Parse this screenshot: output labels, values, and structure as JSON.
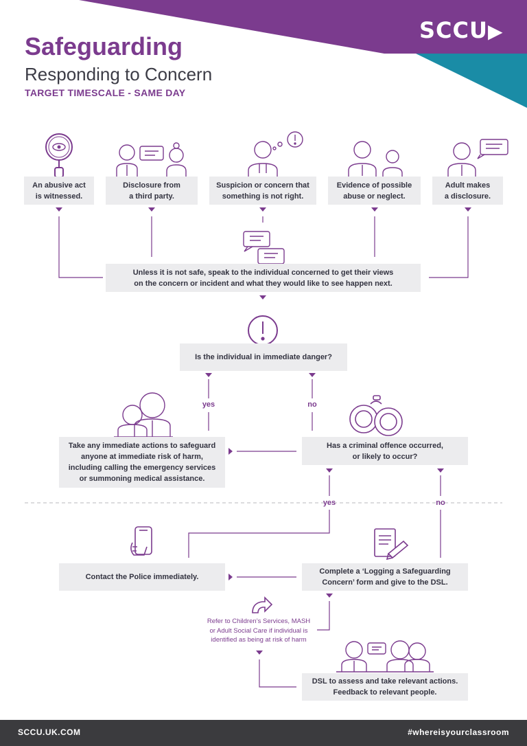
{
  "header": {
    "logo": "SCCU",
    "title": "Safeguarding",
    "subtitle": "Responding to Concern",
    "timescale": "TARGET TIMESCALE - SAME DAY"
  },
  "triggers": [
    {
      "lines": [
        "An abusive act",
        "is witnessed."
      ]
    },
    {
      "lines": [
        "Disclosure from",
        "a third party."
      ]
    },
    {
      "lines": [
        "Suspicion or concern that",
        "something is not right."
      ]
    },
    {
      "lines": [
        "Evidence of possible",
        "abuse or neglect."
      ]
    },
    {
      "lines": [
        "Adult makes",
        "a disclosure."
      ]
    }
  ],
  "steps": {
    "speak": [
      "Unless it is not safe, speak to the individual concerned to get their views",
      "on the concern or incident and what they would like to see happen next."
    ],
    "danger": [
      "Is the individual in immediate danger?"
    ],
    "immediate": [
      "Take any immediate actions to safeguard",
      "anyone at immediate risk of harm,",
      "including calling the emergency services",
      "or summoning medical assistance."
    ],
    "criminal": [
      "Has a criminal offence occurred,",
      "or likely to occur?"
    ],
    "police": [
      "Contact the Police immediately."
    ],
    "form": [
      "Complete a ‘Logging a Safeguarding",
      "Concern’ form and give to the DSL."
    ],
    "dsl": [
      "DSL to assess and take relevant actions.",
      "Feedback to relevant people."
    ]
  },
  "labels": {
    "yes1": "yes",
    "no1": "no",
    "yes2": "yes",
    "no2": "no"
  },
  "refer": [
    "Refer to Children’s Services, MASH",
    "or Adult Social Care if individual is",
    "identified as being at risk of harm"
  ],
  "footer": {
    "left": "SCCU.UK.COM",
    "right": "#whereisyourclassroom"
  },
  "colors": {
    "purple": "#7b3b8e",
    "teal": "#1a8ca6",
    "box": "#ececee",
    "footer": "#3b3b3e"
  }
}
